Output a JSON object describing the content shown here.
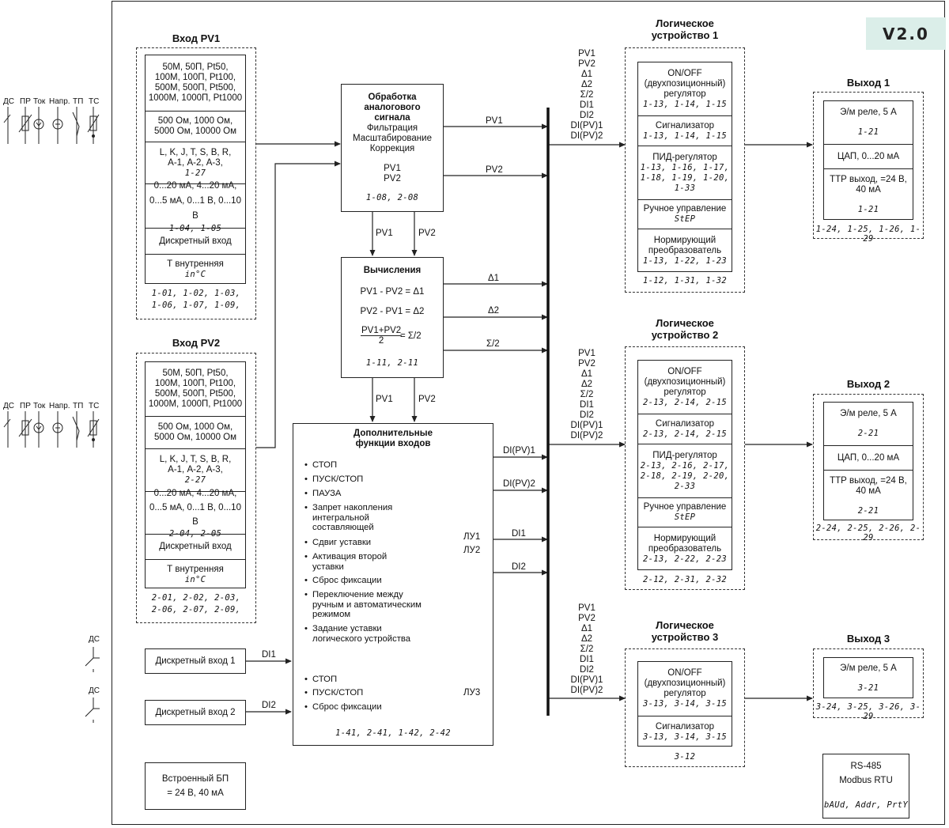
{
  "version": "V2.0",
  "sensors": {
    "labels": [
      "ДС",
      "ПР",
      "Ток",
      "Напр.",
      "ТП",
      "ТС"
    ],
    "discrete": "ДС"
  },
  "pv1": {
    "title": "Вход PV1",
    "cells": [
      "50М, 50П, Pt50,\n100М, 100П, Pt100,\n500М, 500П, Pt500,\n1000М, 1000П, Pt1000",
      "500 Ом, 1000 Ом,\n5000 Ом, 10000 Ом",
      "L, K, J, T, S, B, R,\nА-1, А-2, А-3,",
      "0...20 мА, 4...20 мА,\n0...5 мА, 0...1 В, 0...10 В",
      "Дискретный вход",
      "Т внутренняя"
    ],
    "cell_codes": [
      "",
      "",
      "1-27",
      "1-04, 1-05",
      "",
      "in°C"
    ],
    "codes": "1-01, 1-02, 1-03,\n1-06, 1-07, 1-09,"
  },
  "pv2": {
    "title": "Вход PV2",
    "cells": [
      "50М, 50П, Pt50,\n100М, 100П, Pt100,\n500М, 500П, Pt500,\n1000М, 1000П, Pt1000",
      "500 Ом, 1000 Ом,\n5000 Ом, 10000 Ом",
      "L, K, J, T, S, B, R,\nА-1, А-2, А-3,",
      "0...20 мА, 4...20 мА,\n0...5 мА, 0...1 В, 0...10 В",
      "Дискретный вход",
      "Т внутренняя"
    ],
    "cell_codes": [
      "",
      "",
      "2-27",
      "2-04, 2-05",
      "",
      "in°C"
    ],
    "codes": "2-01, 2-02, 2-03,\n2-06, 2-07, 2-09,"
  },
  "processing": {
    "title": "Обработка\nаналогового\nсигнала",
    "lines": "Фильтрация\nМасштабирование\nКоррекция",
    "signals": "PV1\nPV2",
    "codes": "1-08, 2-08"
  },
  "calc": {
    "title": "Вычисления",
    "f1": "PV1 - PV2 = Δ1",
    "f2": "PV2 - PV1 = Δ2",
    "f3_num": "PV1+PV2",
    "f3_den": "2",
    "f3_res": "= Σ/2",
    "codes": "1-11, 2-11"
  },
  "extra": {
    "title": "Дополнительные\nфункции входов",
    "items_lu12": [
      "СТОП",
      "ПУСК/СТОП",
      "ПАУЗА",
      "Запрет накопления\nинтегральной\nсоставляющей",
      "Сдвиг уставки",
      "Активация второй\nуставки",
      "Сброс фиксации",
      "Переключение между\nручным и автоматическим\nрежимом",
      "Задание уставки\nлогического устройства"
    ],
    "lu12": "ЛУ1\nЛУ2",
    "items_lu3": [
      "СТОП",
      "ПУСК/СТОП",
      "Сброс фиксации"
    ],
    "lu3": "ЛУ3",
    "codes": "1-41, 2-41, 1-42, 2-42"
  },
  "di1": {
    "label": "Дискретный вход 1",
    "signal": "DI1"
  },
  "di2": {
    "label": "Дискретный вход 2",
    "signal": "DI2"
  },
  "psu": {
    "label": "Встроенный БП\n= 24 В, 40 мА"
  },
  "rs485": {
    "label": "RS-485\nModbus RTU",
    "codes": "bAUd, Addr, PrtY"
  },
  "signals": {
    "pv1": "PV1",
    "pv2": "PV2",
    "d1": "Δ1",
    "d2": "Δ2",
    "s2": "Σ/2",
    "dipv1": "DI(PV)1",
    "dipv2": "DI(PV)2",
    "di1": "DI1",
    "di2": "DI2",
    "bus_list": "PV1\nPV2\nΔ1\nΔ2\nΣ/2\nDI1\nDI2\nDI(PV)1\nDI(PV)2"
  },
  "lu1": {
    "title": "Логическое\nустройство 1",
    "cells": [
      "ON/OFF\n(двухпозиционный)\nрегулятор",
      "Сигнализатор",
      "ПИД-регулятор",
      "Ручное управление",
      "Нормирующий\nпреобразователь"
    ],
    "cell_codes": [
      "1-13, 1-14, 1-15",
      "1-13, 1-14, 1-15",
      "1-13, 1-16, 1-17,\n1-18, 1-19, 1-20,\n1-33",
      "StEP",
      "1-13, 1-22, 1-23"
    ],
    "codes": "1-12, 1-31, 1-32"
  },
  "lu2": {
    "title": "Логическое\nустройство 2",
    "cells": [
      "ON/OFF\n(двухпозиционный)\nрегулятор",
      "Сигнализатор",
      "ПИД-регулятор",
      "Ручное управление",
      "Нормирующий\nпреобразователь"
    ],
    "cell_codes": [
      "2-13, 2-14, 2-15",
      "2-13, 2-14, 2-15",
      "2-13, 2-16, 2-17,\n2-18, 2-19, 2-20,\n2-33",
      "StEP",
      "2-13, 2-22, 2-23"
    ],
    "codes": "2-12, 2-31, 2-32"
  },
  "lu3": {
    "title": "Логическое\nустройство 3",
    "cells": [
      "ON/OFF\n(двухпозиционный)\nрегулятор",
      "Сигнализатор"
    ],
    "cell_codes": [
      "3-13, 3-14, 3-15",
      "3-13, 3-14, 3-15"
    ],
    "codes": "3-12"
  },
  "out1": {
    "title": "Выход 1",
    "cells": [
      "Э/м реле, 5 А",
      "ЦАП, 0...20 мА",
      "ТТР выход, =24 В,\n40 мА"
    ],
    "cell_codes": [
      "1-21",
      "",
      "1-21"
    ],
    "codes": "1-24, 1-25, 1-26, 1-29"
  },
  "out2": {
    "title": "Выход 2",
    "cells": [
      "Э/м реле, 5 А",
      "ЦАП, 0...20 мА",
      "ТТР выход, =24 В,\n40 мА"
    ],
    "cell_codes": [
      "2-21",
      "",
      "2-21"
    ],
    "codes": "2-24, 2-25, 2-26, 2-29"
  },
  "out3": {
    "title": "Выход 3",
    "cells": [
      "Э/м реле, 5 А"
    ],
    "cell_codes": [
      "3-21"
    ],
    "codes": "3-24, 3-25, 3-26, 3-29"
  }
}
